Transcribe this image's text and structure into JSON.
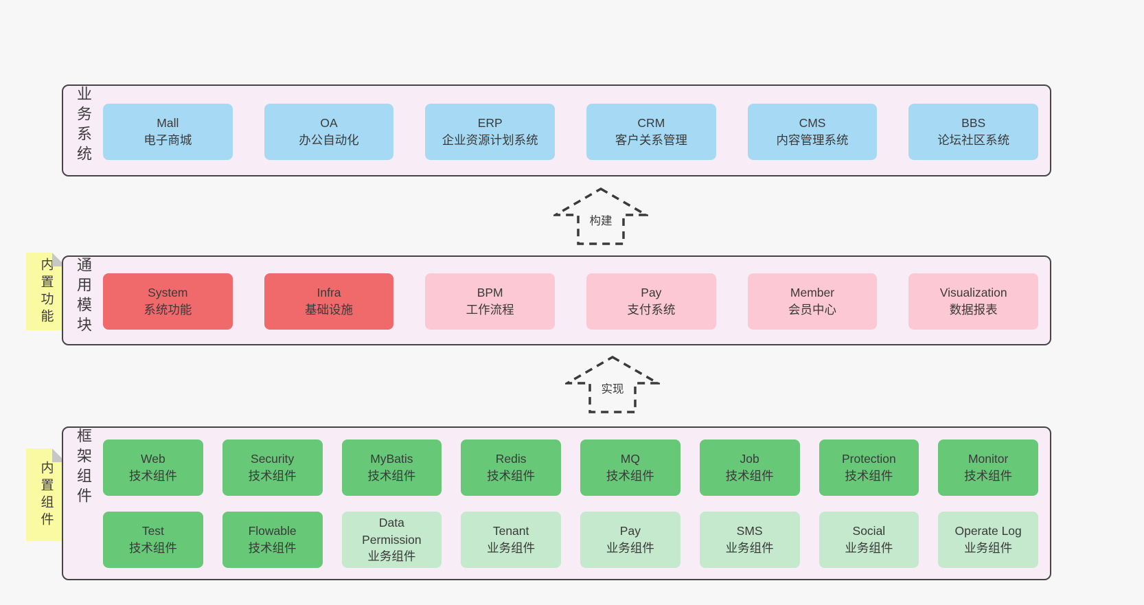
{
  "colors": {
    "page_bg": "#f7f7f7",
    "panel_bg": "#f8edf6",
    "panel_border": "#454545",
    "blue_box": "#a6daf4",
    "red_box": "#f0696b",
    "pink_box": "#fbc8d3",
    "green_box": "#67c878",
    "light_green_box": "#c4e9cd",
    "note_bg": "#fafaa2",
    "note_fold": "#c7c7c7",
    "text": "#3d3d3d"
  },
  "layers": {
    "business": {
      "label": "业务系统",
      "boxes": [
        {
          "en": "Mall",
          "zh": "电子商城"
        },
        {
          "en": "OA",
          "zh": "办公自动化"
        },
        {
          "en": "ERP",
          "zh": "企业资源计划系统"
        },
        {
          "en": "CRM",
          "zh": "客户关系管理"
        },
        {
          "en": "CMS",
          "zh": "内容管理系统"
        },
        {
          "en": "BBS",
          "zh": "论坛社区系统"
        }
      ]
    },
    "modules": {
      "label": "通用模块",
      "note": "内置功能",
      "boxes": [
        {
          "en": "System",
          "zh": "系统功能"
        },
        {
          "en": "Infra",
          "zh": "基础设施"
        },
        {
          "en": "BPM",
          "zh": "工作流程"
        },
        {
          "en": "Pay",
          "zh": "支付系统"
        },
        {
          "en": "Member",
          "zh": "会员中心"
        },
        {
          "en": "Visualization",
          "zh": "数据报表"
        }
      ]
    },
    "components": {
      "label": "框架组件",
      "note": "内置组件",
      "row1": [
        {
          "en": "Web",
          "zh": "技术组件"
        },
        {
          "en": "Security",
          "zh": "技术组件"
        },
        {
          "en": "MyBatis",
          "zh": "技术组件"
        },
        {
          "en": "Redis",
          "zh": "技术组件"
        },
        {
          "en": "MQ",
          "zh": "技术组件"
        },
        {
          "en": "Job",
          "zh": "技术组件"
        },
        {
          "en": "Protection",
          "zh": "技术组件"
        },
        {
          "en": "Monitor",
          "zh": "技术组件"
        }
      ],
      "row2": [
        {
          "en": "Test",
          "zh": "技术组件"
        },
        {
          "en": "Flowable",
          "zh": "技术组件"
        },
        {
          "en": "Data Permission",
          "zh": "业务组件"
        },
        {
          "en": "Tenant",
          "zh": "业务组件"
        },
        {
          "en": "Pay",
          "zh": "业务组件"
        },
        {
          "en": "SMS",
          "zh": "业务组件"
        },
        {
          "en": "Social",
          "zh": "业务组件"
        },
        {
          "en": "Operate Log",
          "zh": "业务组件"
        }
      ]
    }
  },
  "arrows": {
    "build": "构建",
    "implement": "实现"
  }
}
